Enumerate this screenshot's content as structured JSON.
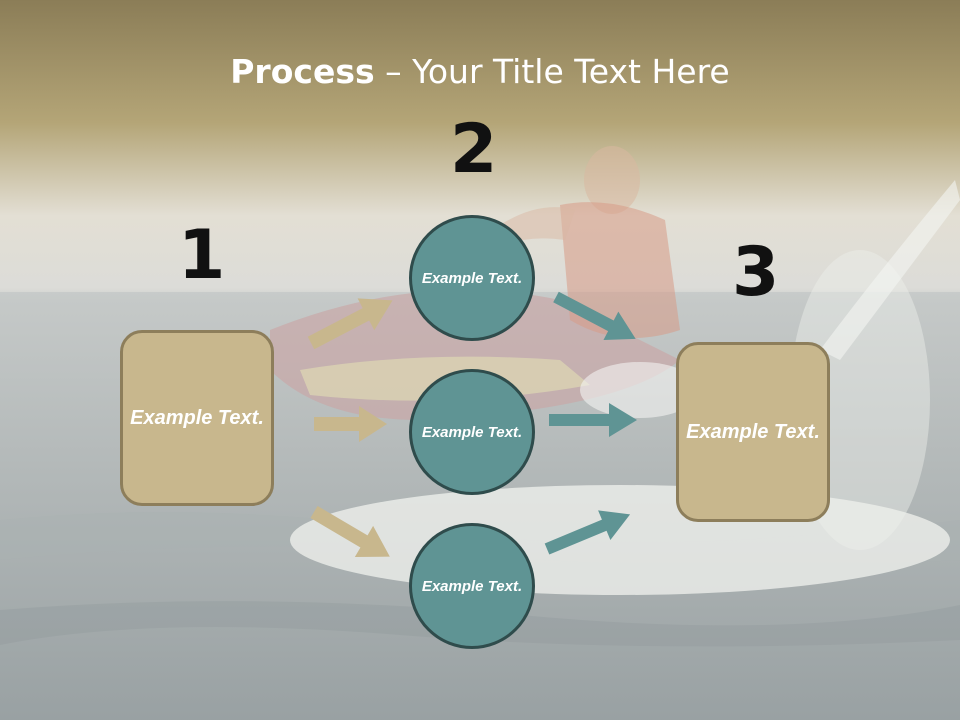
{
  "title": {
    "bold": "Process",
    "rest": " – Your Title Text Here"
  },
  "steps": [
    {
      "number": "1",
      "text": "Example Text."
    },
    {
      "number": "2",
      "items": [
        "Example Text.",
        "Example Text.",
        "Example Text."
      ]
    },
    {
      "number": "3",
      "text": "Example Text."
    }
  ],
  "colors": {
    "box_fill": "#c8b78d",
    "circle_fill": "#5f9494",
    "tan_arrow": "#c8b78d",
    "teal_arrow": "#5f9494",
    "header_band": "#8a7c55"
  },
  "background": "photo of a man riding a red jet ski on open water (rendered as abstract shapes)"
}
